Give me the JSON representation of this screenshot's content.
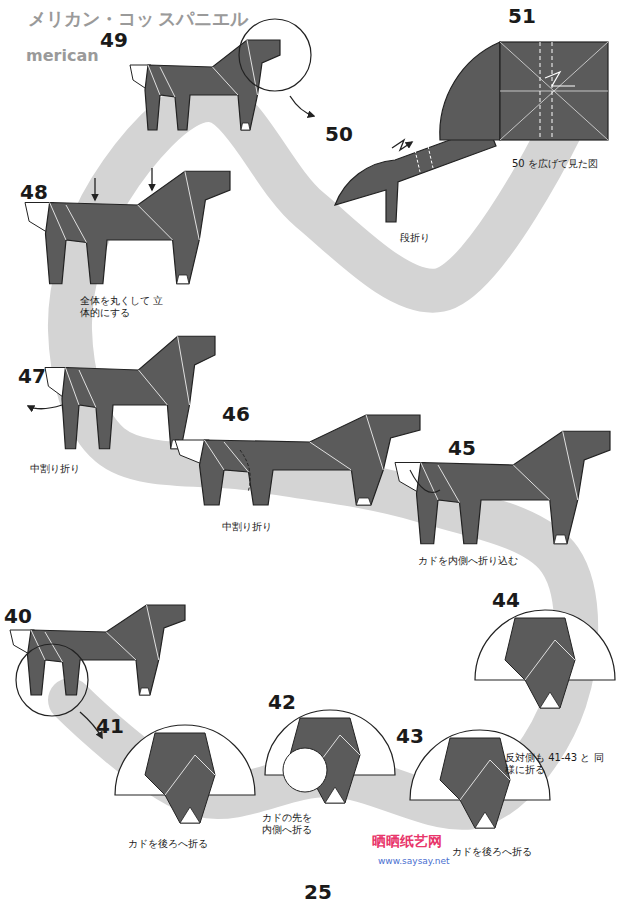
{
  "diagram": {
    "labels": [
      "メリカン・コッ",
      "スパニエル",
      "merican",
      "49",
      "51",
      "50",
      "50 を広げて見た図",
      "段折り",
      "48",
      "全体を丸くして 立体的にする",
      "47",
      "中割り折り",
      "46",
      "中割り折り",
      "45",
      "カドを内側へ折り込む",
      "44",
      "反対側も 41-43 と 同様に折る",
      "40",
      "41",
      "カドを後ろへ折る",
      "42",
      "カドの先を 内側へ折る",
      "43",
      "カドを後ろへ折る",
      "晒晒纸艺网",
      "www.saysay.net",
      "25"
    ]
  }
}
